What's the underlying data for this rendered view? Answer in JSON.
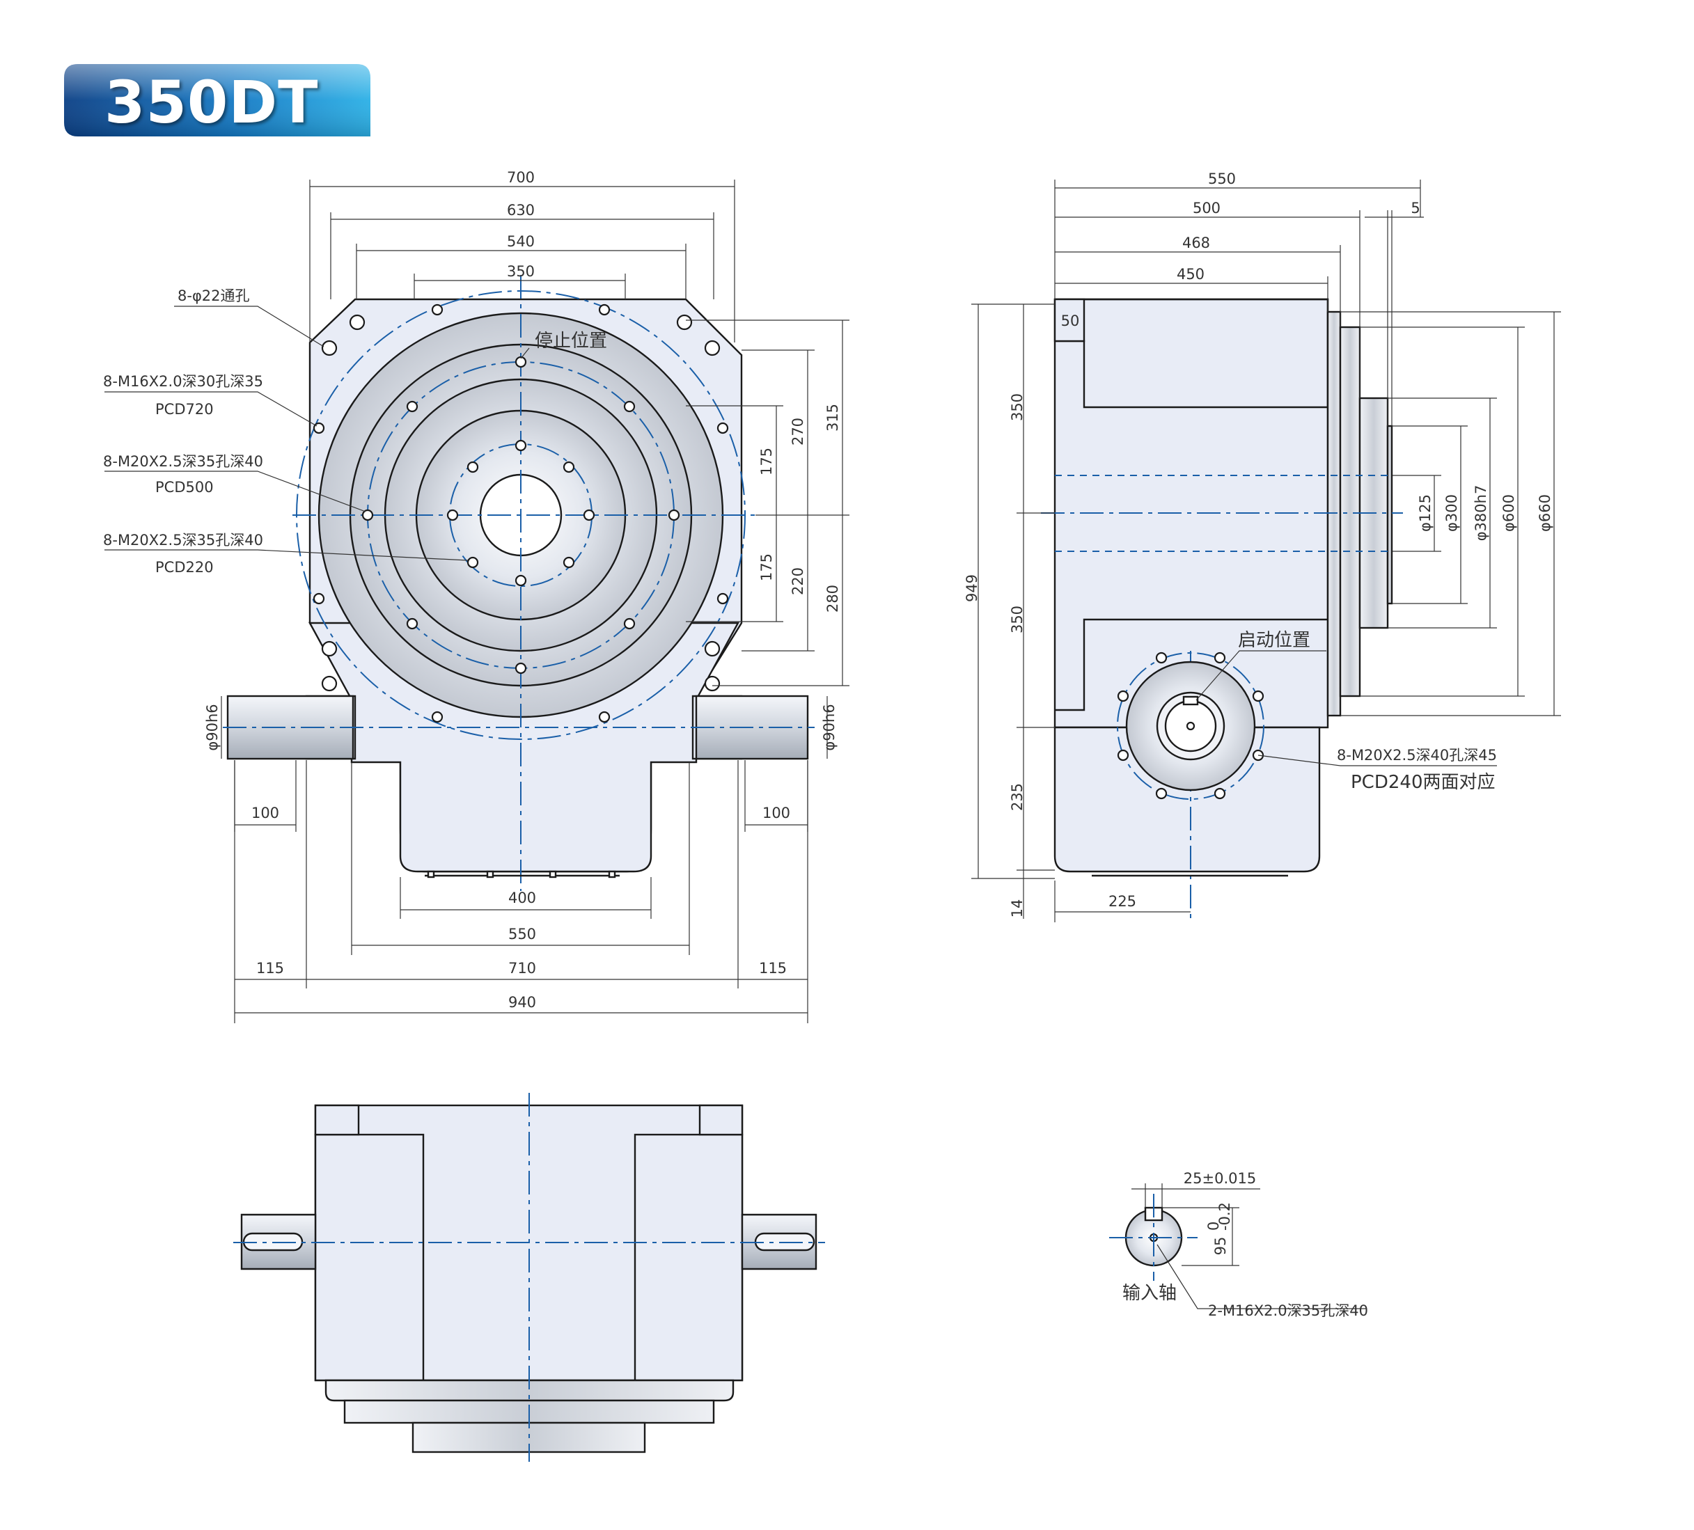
{
  "title": "350DT",
  "colors": {
    "badge_start": "#0a3f85",
    "badge_end": "#2bb0e6",
    "body": "#e8ecf6",
    "centerline": "#1a5fa8"
  },
  "front_view": {
    "top_dims": [
      "700",
      "630",
      "540",
      "350"
    ],
    "right_dims": [
      "175",
      "270",
      "315",
      "175",
      "220",
      "280"
    ],
    "bottom_dims": [
      "400",
      "550",
      "115",
      "710",
      "115",
      "940"
    ],
    "shaft_dims": [
      "100",
      "100"
    ],
    "shaft_dia": [
      "φ90h6",
      "φ90h6"
    ],
    "callouts": {
      "through_holes": "8-φ22通孔",
      "m16_holes": "8-M16X2.0深30孔深35",
      "m16_pcd": "PCD720",
      "m20_holes_a": "8-M20X2.5深35孔深40",
      "m20_pcd_a": "PCD500",
      "m20_holes_b": "8-M20X2.5深35孔深40",
      "m20_pcd_b": "PCD220",
      "stop_position": "停止位置"
    }
  },
  "side_view": {
    "top_dims": [
      "550",
      "500",
      "468",
      "450",
      "5"
    ],
    "left_dims": [
      "350",
      "350",
      "235",
      "14",
      "949"
    ],
    "corner_dim": "50",
    "bottom_dim": "225",
    "right_dims": [
      "φ125",
      "φ300",
      "φ380h7",
      "φ600",
      "φ660"
    ],
    "start_position": "启动位置",
    "callout_holes": "8-M20X2.5深40孔深45",
    "callout_pcd": "PCD240两面对应"
  },
  "shaft_detail": {
    "key_width": "25±0.015",
    "key_depth": "95",
    "key_depth_tol": "0",
    "key_depth_tol_low": "-0.2",
    "label": "输入轴",
    "holes": "2-M16X2.0深35孔深40"
  }
}
